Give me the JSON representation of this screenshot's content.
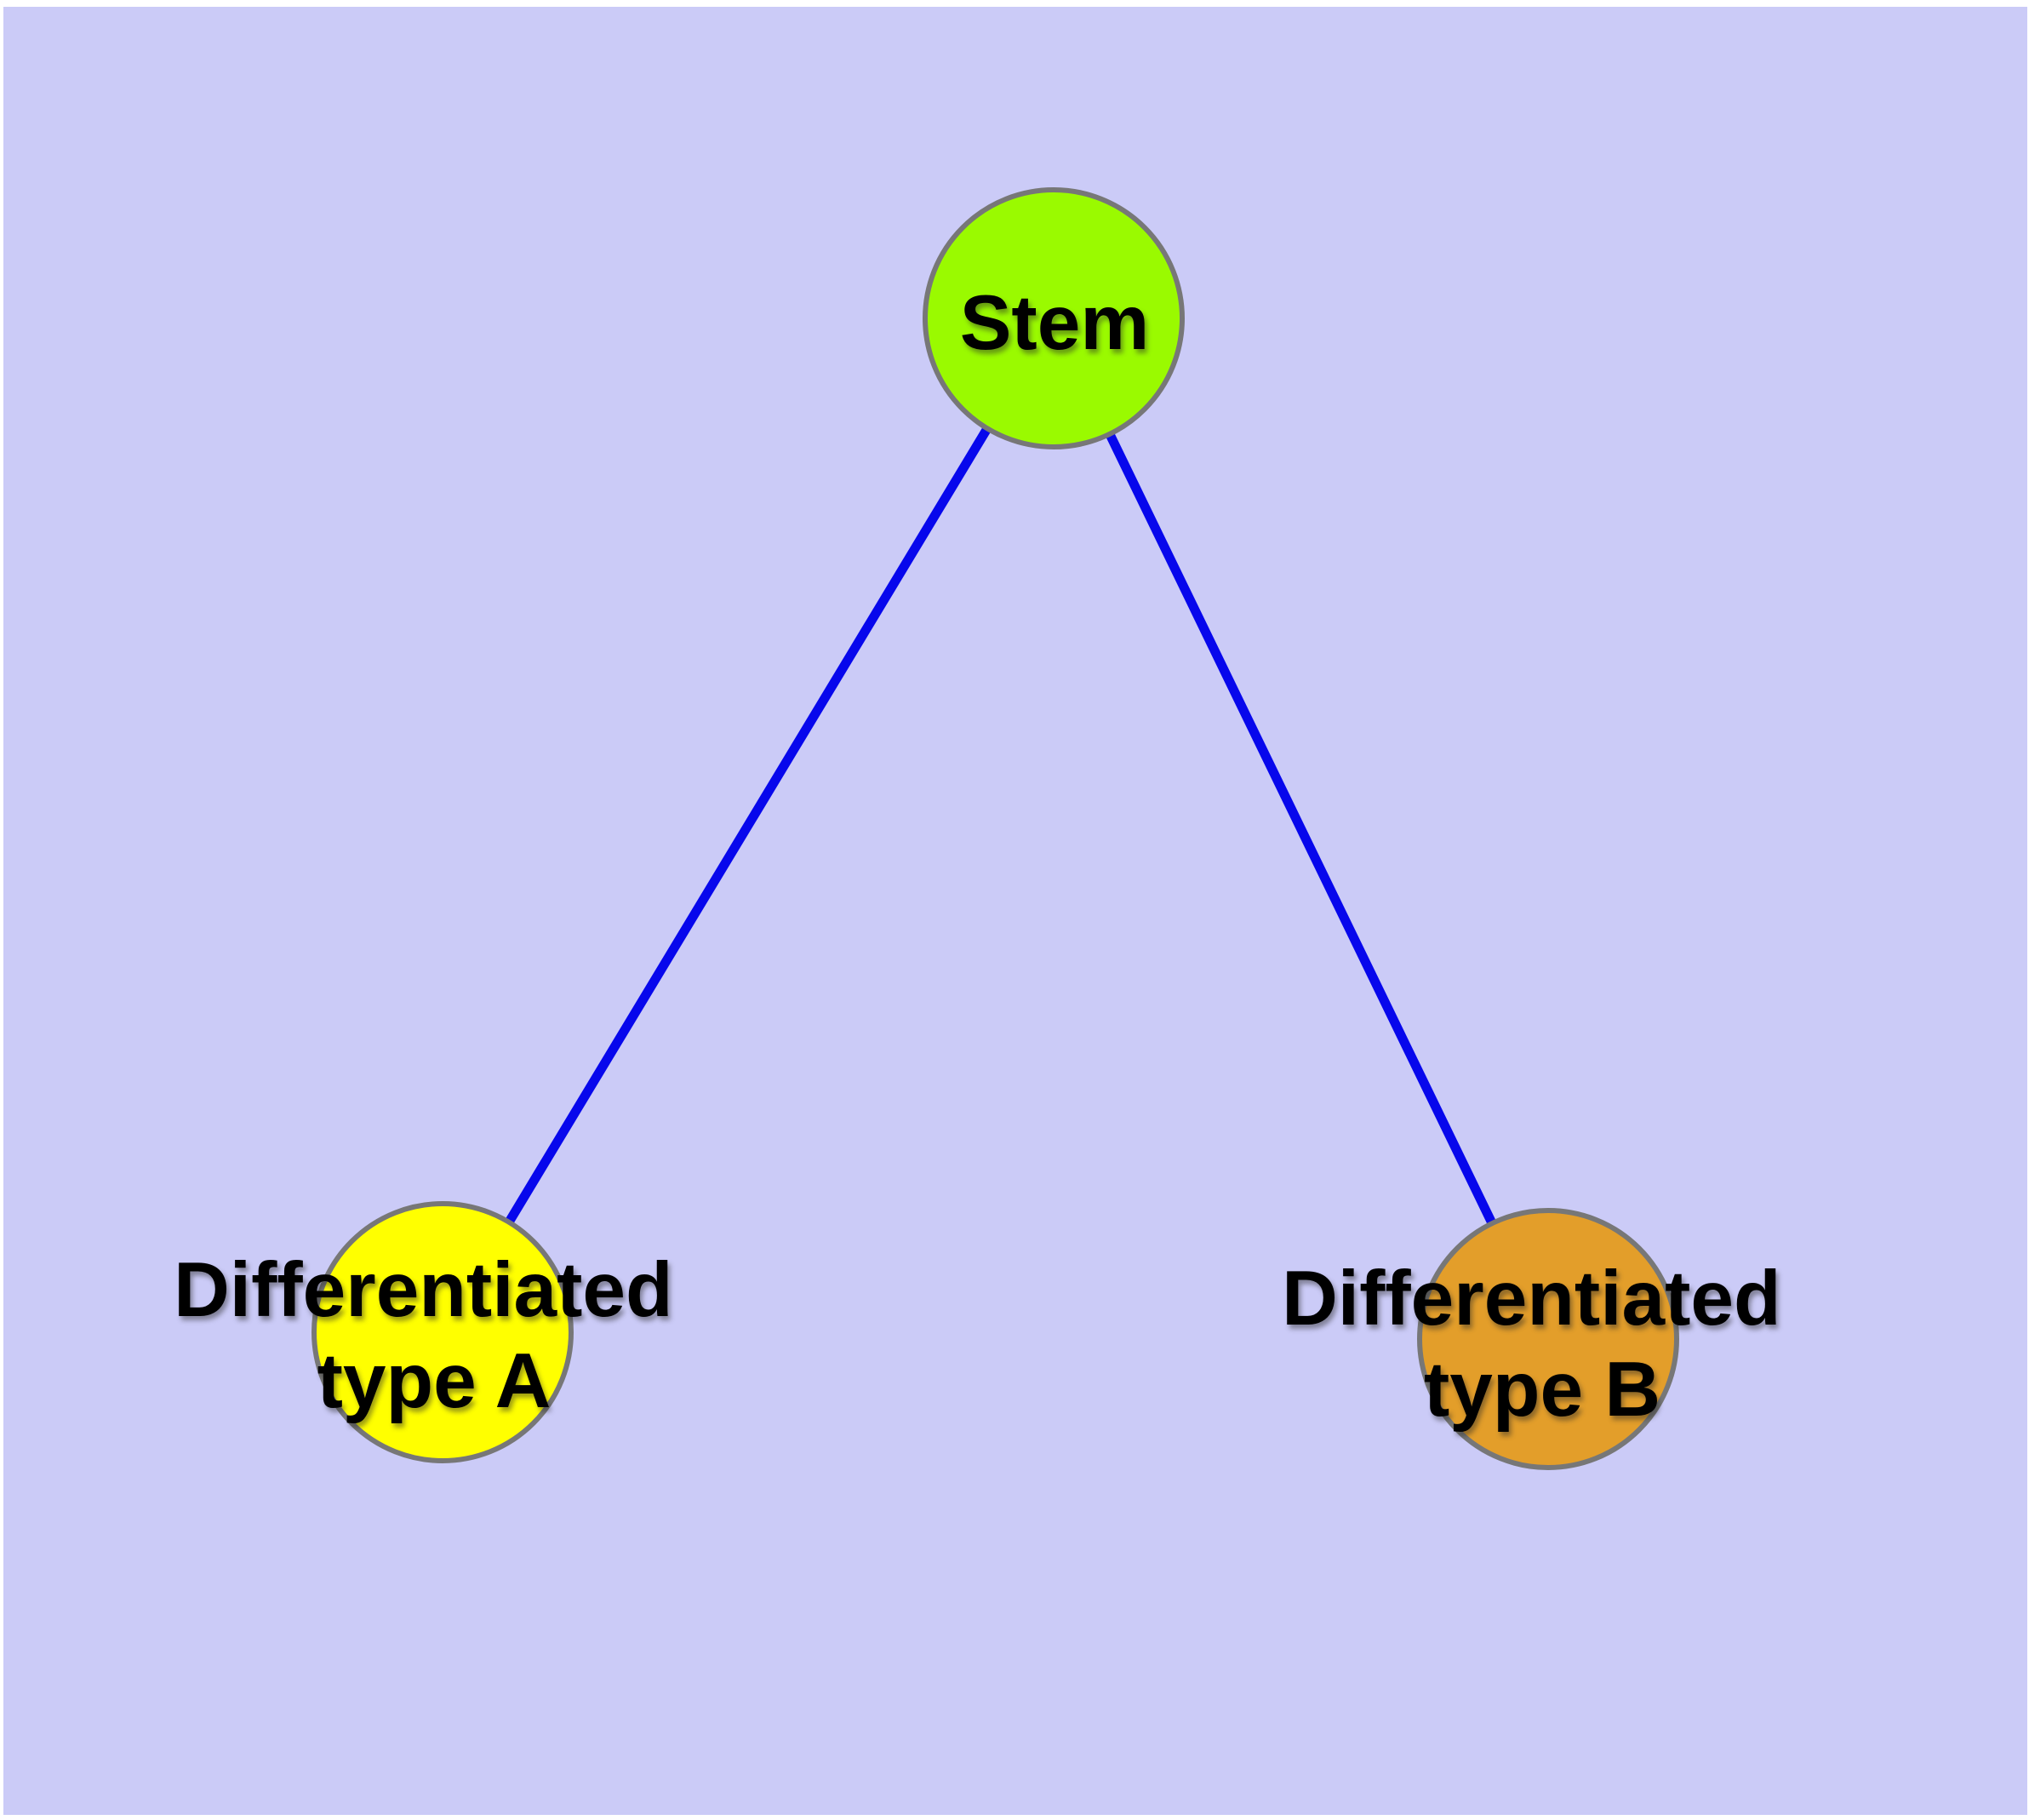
{
  "canvas": {
    "background": "#FFFFFF",
    "panel_color": "#CBCBF7"
  },
  "graph": {
    "type": "node-link-diagram",
    "edge_color": "#0707EC",
    "node_border_color": "#777777",
    "label_color": "#000000",
    "nodes": {
      "stem": {
        "label": "Stem",
        "fill": "#9AFA00"
      },
      "type_a": {
        "line1": "Differentiated",
        "line2": "type A",
        "fill": "#FFFF00"
      },
      "type_b": {
        "line1": "Differentiated",
        "line2": "type B",
        "fill": "#E39E2A"
      }
    },
    "edges": [
      {
        "from": "Stem",
        "to": "Differentiated type A"
      },
      {
        "from": "Stem",
        "to": "Differentiated type B"
      }
    ]
  }
}
